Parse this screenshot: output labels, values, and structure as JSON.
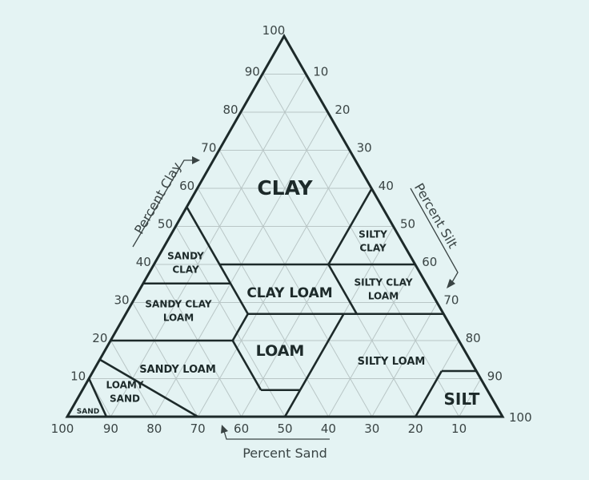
{
  "chart_data": {
    "type": "ternary",
    "title": "",
    "axes": {
      "clay": {
        "label": "Percent Clay",
        "ticks": [
          "10",
          "20",
          "30",
          "40",
          "50",
          "60",
          "70",
          "80",
          "90",
          "100"
        ]
      },
      "silt": {
        "label": "Percent Silt",
        "ticks": [
          "10",
          "20",
          "30",
          "40",
          "50",
          "60",
          "70",
          "80",
          "90",
          "100"
        ]
      },
      "sand": {
        "label": "Percent Sand",
        "ticks": [
          "100",
          "90",
          "80",
          "70",
          "60",
          "50",
          "40",
          "30",
          "20",
          "10"
        ]
      }
    },
    "grid_step": 10,
    "regions": [
      {
        "name": "CLAY",
        "lines": [
          "CLAY"
        ]
      },
      {
        "name": "SILTY CLAY",
        "lines": [
          "SILTY",
          "CLAY"
        ]
      },
      {
        "name": "SANDY CLAY",
        "lines": [
          "SANDY",
          "CLAY"
        ]
      },
      {
        "name": "CLAY LOAM",
        "lines": [
          "CLAY LOAM"
        ]
      },
      {
        "name": "SILTY CLAY LOAM",
        "lines": [
          "SILTY CLAY",
          "LOAM"
        ]
      },
      {
        "name": "SANDY CLAY LOAM",
        "lines": [
          "SANDY CLAY",
          "LOAM"
        ]
      },
      {
        "name": "LOAM",
        "lines": [
          "LOAM"
        ]
      },
      {
        "name": "SILTY LOAM",
        "lines": [
          "SILTY LOAM"
        ]
      },
      {
        "name": "SANDY LOAM",
        "lines": [
          "SANDY LOAM"
        ]
      },
      {
        "name": "LOAMY SAND",
        "lines": [
          "LOAMY",
          "SAND"
        ]
      },
      {
        "name": "SAND",
        "lines": [
          "SAND"
        ]
      },
      {
        "name": "SILT",
        "lines": [
          "SILT"
        ]
      }
    ],
    "boundaries_sand_clay": [
      [
        [
          45,
          55
        ],
        [
          45,
          27
        ]
      ],
      [
        [
          65,
          35
        ],
        [
          45,
          35
        ]
      ],
      [
        [
          45,
          40
        ],
        [
          20,
          40
        ]
      ],
      [
        [
          20,
          40
        ],
        [
          0,
          60
        ]
      ],
      [
        [
          20,
          40
        ],
        [
          0,
          40
        ]
      ],
      [
        [
          20,
          40
        ],
        [
          20,
          27
        ]
      ],
      [
        [
          45,
          27
        ],
        [
          0,
          27
        ]
      ],
      [
        [
          80,
          20
        ],
        [
          52,
          20
        ]
      ],
      [
        [
          45,
          27
        ],
        [
          52,
          20
        ]
      ],
      [
        [
          52,
          20
        ],
        [
          52,
          7
        ]
      ],
      [
        [
          52,
          7
        ],
        [
          43,
          7
        ]
      ],
      [
        [
          43,
          7
        ],
        [
          23,
          27
        ]
      ],
      [
        [
          43,
          7
        ],
        [
          50,
          0
        ]
      ],
      [
        [
          85,
          15
        ],
        [
          70,
          0
        ]
      ],
      [
        [
          90,
          10
        ],
        [
          91,
          0
        ]
      ],
      [
        [
          8,
          12
        ],
        [
          0,
          12
        ]
      ],
      [
        [
          8,
          12
        ],
        [
          20,
          0
        ]
      ]
    ]
  }
}
